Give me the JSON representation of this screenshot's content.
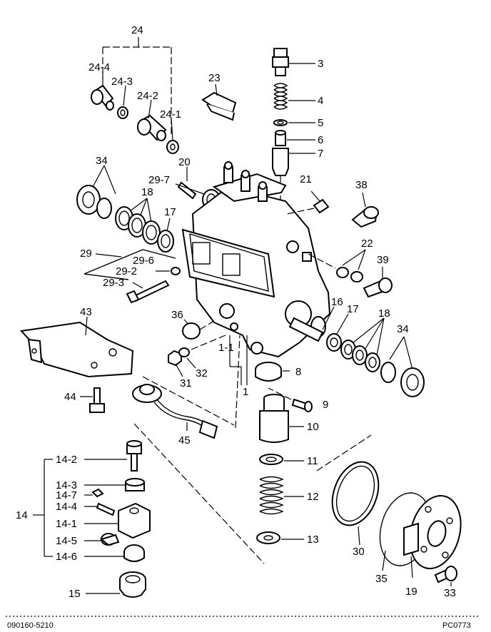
{
  "footer": {
    "left_code": "090160-5210",
    "right_code": "PC0773"
  },
  "labels": {
    "p24": "24",
    "p24_4": "24-4",
    "p24_3": "24-3",
    "p24_2": "24-2",
    "p24_1": "24-1",
    "p23": "23",
    "p3": "3",
    "p4": "4",
    "p5": "5",
    "p6": "6",
    "p7": "7",
    "p34a": "34",
    "p20": "20",
    "p29_7": "29-7",
    "p18a": "18",
    "p17a": "17",
    "p21": "21",
    "p38": "38",
    "p22": "22",
    "p39": "39",
    "p29": "29",
    "p29_6": "29-6",
    "p29_2": "29-2",
    "p29_3": "29-3",
    "p43": "43",
    "p36": "36",
    "p16": "16",
    "p17b": "17",
    "p18b": "18",
    "p34b": "34",
    "p1_1": "1-1",
    "p1": "1",
    "p31": "31",
    "p32": "32",
    "p8": "8",
    "p9": "9",
    "p44": "44",
    "p45": "45",
    "p10": "10",
    "p11": "11",
    "p12": "12",
    "p13": "13",
    "p14_2": "14-2",
    "p14": "14",
    "p14_3": "14-3",
    "p14_7": "14-7",
    "p14_4": "14-4",
    "p14_1": "14-1",
    "p14_5": "14-5",
    "p14_6": "14-6",
    "p15": "15",
    "p30": "30",
    "p35": "35",
    "p19": "19",
    "p33": "33"
  }
}
